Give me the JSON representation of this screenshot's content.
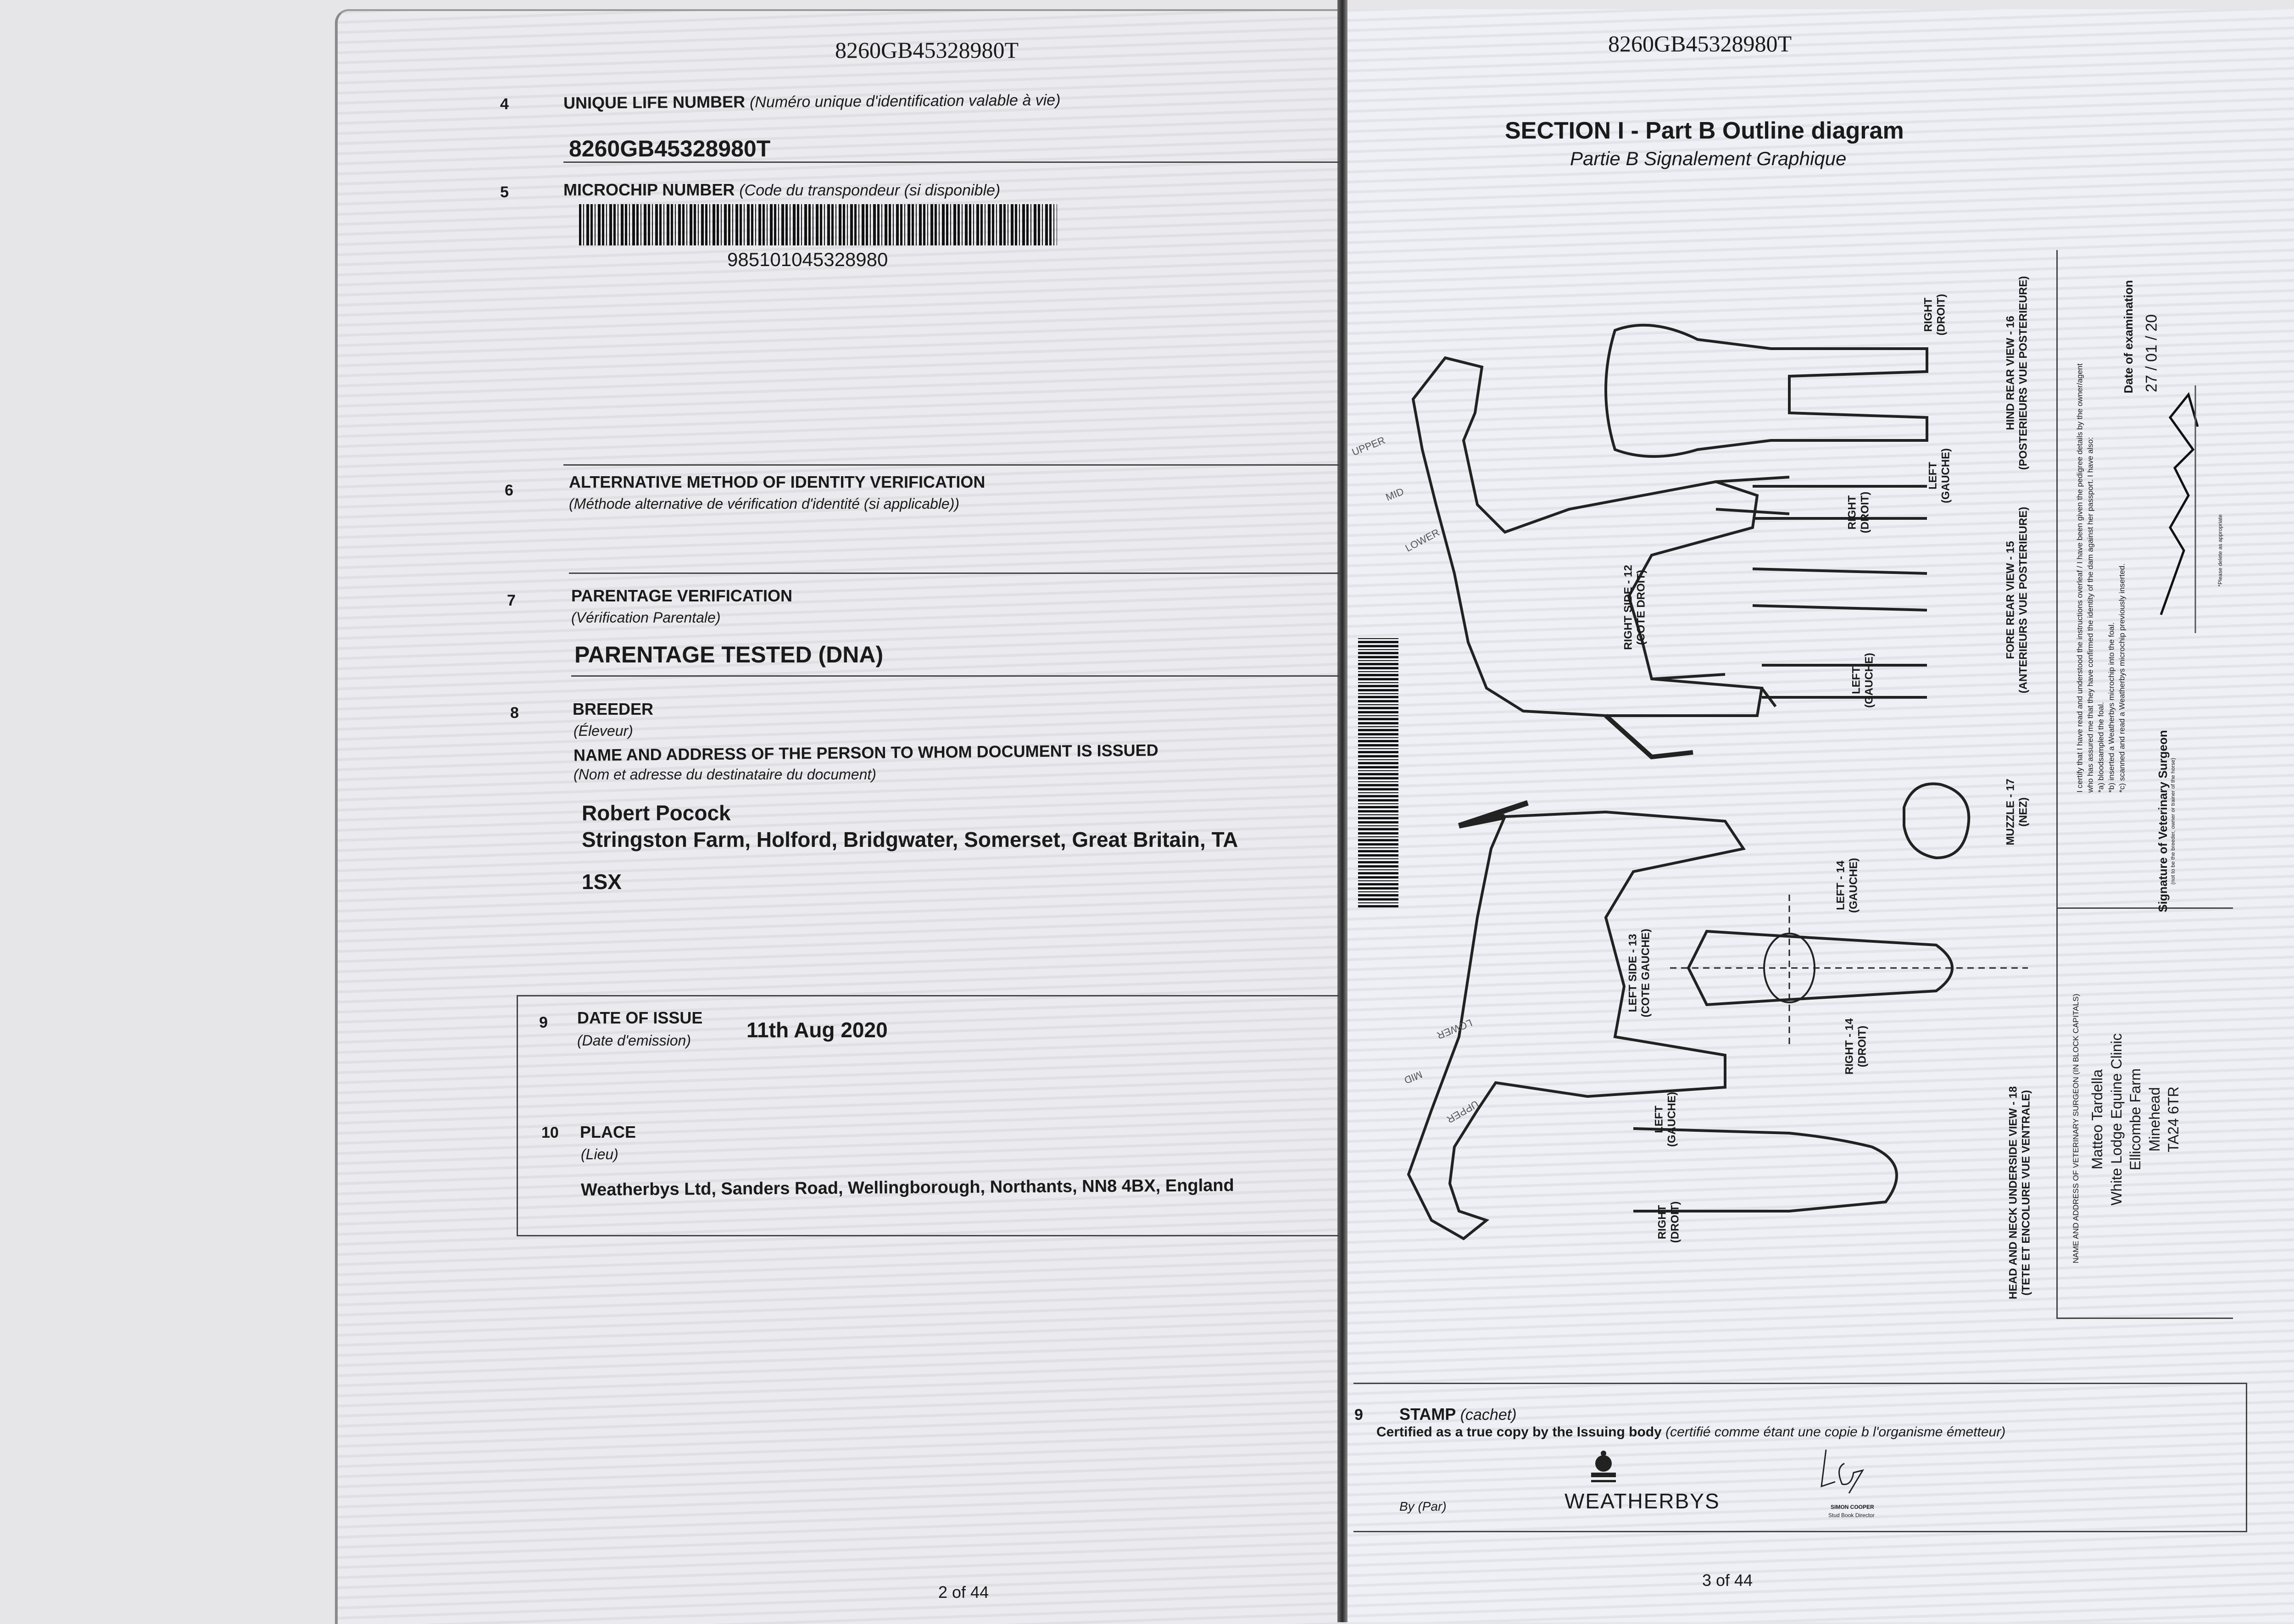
{
  "left_page": {
    "header_id": "8260GB45328980T",
    "items": {
      "ulm": {
        "num": "4",
        "label": "UNIQUE LIFE NUMBER",
        "label_fr": "(Numéro unique d'identification valable à vie)",
        "value": "8260GB45328980T"
      },
      "microchip": {
        "num": "5",
        "label": "MICROCHIP NUMBER",
        "label_fr": "(Code du transpondeur (si disponible)",
        "value": "985101045328980"
      },
      "alt_method": {
        "num": "6",
        "label": "ALTERNATIVE METHOD OF IDENTITY VERIFICATION",
        "label_fr": "(Méthode alternative de vérification d'identité (si applicable))"
      },
      "parentage": {
        "num": "7",
        "label": "PARENTAGE VERIFICATION",
        "label_fr": "(Vérification Parentale)",
        "value": "PARENTAGE TESTED (DNA)"
      },
      "breeder": {
        "num": "8",
        "label": "BREEDER",
        "label_fr": "(Éleveur)",
        "sub_label": "NAME AND ADDRESS OF THE PERSON TO WHOM DOCUMENT IS ISSUED",
        "sub_label_fr": "(Nom et adresse du destinataire du document)",
        "name": "Robert Pocock",
        "address_line1": "Stringston Farm, Holford, Bridgwater, Somerset, Great Britain, TA",
        "address_line2": "1SX"
      },
      "date_of_issue": {
        "num": "9",
        "label": "DATE OF ISSUE",
        "label_fr": "(Date d'emission)",
        "value": "11th Aug 2020"
      },
      "place": {
        "num": "10",
        "label": "PLACE",
        "label_fr": "(Lieu)",
        "value": "Weatherbys Ltd, Sanders Road, Wellingborough, Northants, NN8 4BX, England"
      }
    },
    "page_number": "2 of 44"
  },
  "right_page": {
    "header_id": "8260GB45328980T",
    "title": "SECTION I - Part B Outline diagram",
    "subtitle": "Partie B Signalement Graphique",
    "diagram_labels": {
      "right_side": [
        "RIGHT SIDE - 12",
        "(COTE DROIT)"
      ],
      "left_side": [
        "LEFT SIDE - 13",
        "(COTE GAUCHE)"
      ],
      "fore_rear": [
        "FORE REAR VIEW - 15",
        "(ANTERIEURS VUE POSTERIEURE)"
      ],
      "hind_rear": [
        "HIND REAR VIEW - 16",
        "(POSTERIEURS VUE POSTERIEURE)"
      ],
      "fore_left": [
        "LEFT",
        "(GAUCHE)"
      ],
      "fore_right": [
        "RIGHT",
        "(DROIT)"
      ],
      "hind_left": [
        "LEFT",
        "(GAUCHE)"
      ],
      "hind_right": [
        "RIGHT",
        "(DROIT)"
      ],
      "head_left": [
        "LEFT - 14",
        "(GAUCHE)"
      ],
      "head_right": [
        "RIGHT - 14",
        "(DROIT)"
      ],
      "muzzle": [
        "MUZZLE - 17",
        "(NEZ)"
      ],
      "under_left": [
        "LEFT",
        "(GAUCHE)"
      ],
      "under_right": [
        "RIGHT",
        "(DROIT)"
      ],
      "underside": [
        "HEAD AND NECK UNDERSIDE VIEW - 18",
        "(TETE ET ENCOLURE VUE VENTRALE)"
      ],
      "neck_upper": "UPPER",
      "neck_mid": "MID",
      "neck_lower": "LOWER"
    },
    "certification": {
      "text": [
        "I certify that I have read and understood the instructions overleaf / I have been given the pedigree details by the owner/agent",
        "who has assured me that they have confirmed the identity of the dam against her passport. I have also:",
        "*a) bloodsampled the foal.",
        "*b) inserted a Weatherbys microchip into the foal.",
        "*c) scanned and read a Weatherbys microchip previously inserted."
      ],
      "signature_label": "Signature of Veterinary Surgeon",
      "signature_note": "(not to be the breeder, owner or trainer of the horse)",
      "delete_note": "*Please delete as appropriate",
      "date_label": "Date of examination",
      "date_value": "27 / 01 / 20"
    },
    "vet": {
      "label": "NAME AND ADDRESS OF VETERINARY SURGEON (IN BLOCK CAPITALS)",
      "lines": [
        "Matteo Tardella",
        "White Lodge Equine Clinic",
        "Ellicombe Farm",
        "Minehead",
        "TA24 6TR"
      ]
    },
    "stamp": {
      "num": "9",
      "label": "STAMP",
      "label_fr": "(cachet)",
      "certified": "Certified as a true copy by the Issuing body",
      "certified_fr": "(certifié comme étant une copie b l'organisme émetteur)",
      "by_label": "By (Par)",
      "logo_text": "WEATHERBYS",
      "signatory_name": "SIMON COOPER",
      "signatory_title": "Stud Book Director"
    },
    "page_number": "3 of 44"
  }
}
